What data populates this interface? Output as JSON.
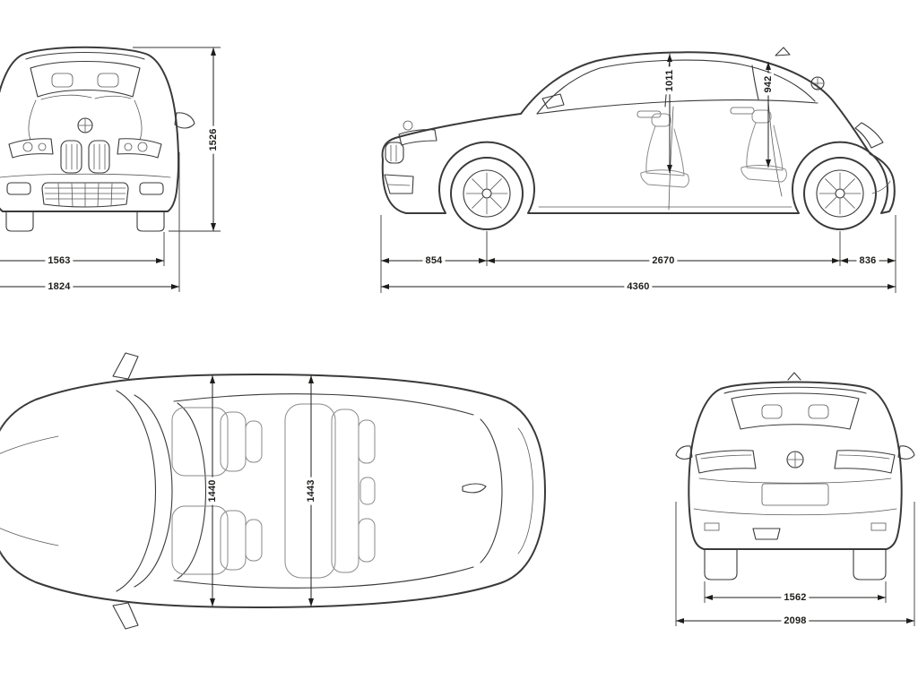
{
  "diagram": {
    "brand_logo": "bmw-roundel",
    "colors": {
      "background": "#ffffff",
      "line": "#3a3a3a",
      "text": "#1d1d1b"
    },
    "front_view": {
      "dims": {
        "overall_height": "1526",
        "front_track": "1563",
        "overall_width": "1824"
      }
    },
    "side_view": {
      "dims": {
        "front_headroom": "1011",
        "rear_headroom": "942",
        "front_overhang": "854",
        "wheelbase": "2670",
        "rear_overhang": "836",
        "overall_length": "4360"
      }
    },
    "top_view": {
      "dims": {
        "front_interior_width": "1440",
        "rear_interior_width": "1443"
      }
    },
    "rear_view": {
      "dims": {
        "rear_track": "1562",
        "overall_width_incl_mirrors": "2098"
      }
    }
  }
}
